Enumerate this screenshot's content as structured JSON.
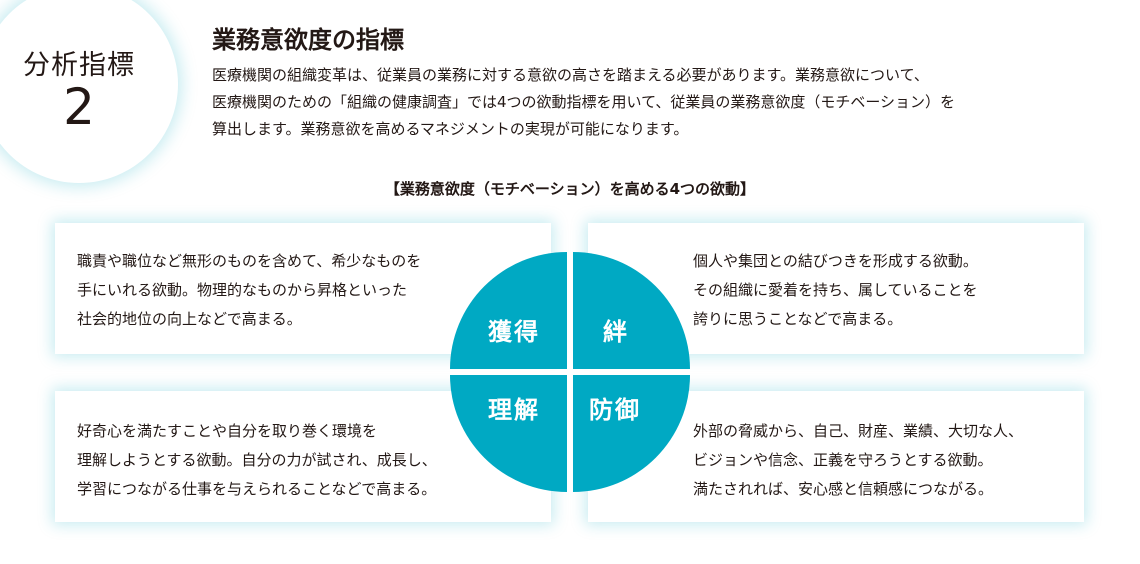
{
  "badge": {
    "label": "分析指標",
    "number": "2"
  },
  "header": {
    "title": "業務意欲度の指標",
    "description": "医療機関の組織変革は、従業員の業務に対する意欲の高さを踏まえる必要があります。業務意欲について、\n医療機関のための「組織の健康調査」では4つの欲動指標を用いて、従業員の業務意欲度（モチベーション）を\n算出します。業務意欲を高めるマネジメントの実現が可能になります。"
  },
  "diagram": {
    "subtitle": "【業務意欲度（モチベーション）を高める4つの欲動】",
    "quadrants": {
      "top_left": "獲得",
      "top_right": "絆",
      "bottom_left": "理解",
      "bottom_right": "防御"
    },
    "cards": {
      "top_left": "職責や職位など無形のものを含めて、希少なものを\n手にいれる欲動。物理的なものから昇格といった\n社会的地位の向上などで高まる。",
      "top_right": "個人や集団との結びつきを形成する欲動。\nその組織に愛着を持ち、属していることを\n誇りに思うことなどで高まる。",
      "bottom_left": "好奇心を満たすことや自分を取り巻く環境を\n理解しようとする欲動。自分の力が試され、成長し、\n学習につながる仕事を与えられることなどで高まる。",
      "bottom_right": "外部の脅威から、自己、財産、業績、大切な人、\nビジョンや信念、正義を守ろうとする欲動。\n満たされれば、安心感と信頼感につながる。"
    },
    "accent_color": "#00a9c3"
  }
}
